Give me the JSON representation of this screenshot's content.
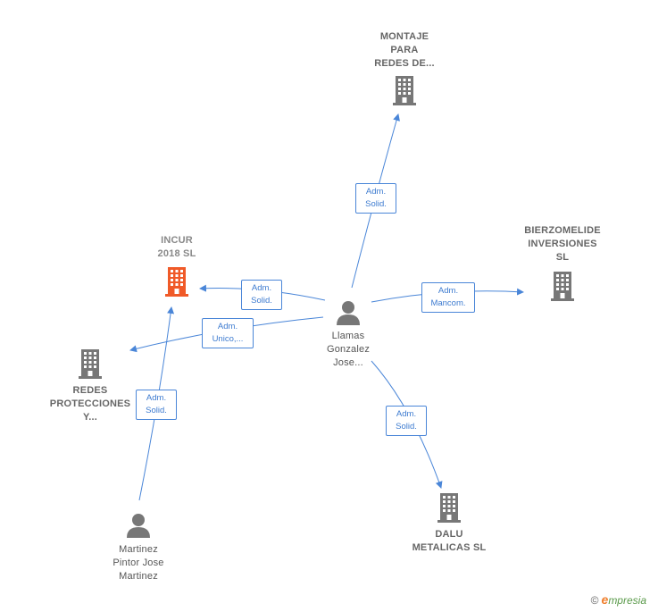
{
  "colors": {
    "edge": "#4a86d8",
    "company": "#777777",
    "main_company": "#f05a28",
    "person": "#777777"
  },
  "nodes": {
    "montaje": {
      "label": "MONTAJE\nPARA\nREDES DE...",
      "icon": "building-icon"
    },
    "bierzomelide": {
      "label": "BIERZOMELIDE\nINVERSIONES\nSL",
      "icon": "building-icon"
    },
    "incur": {
      "label": "INCUR\n2018  SL",
      "icon": "building-icon"
    },
    "redes": {
      "label": "REDES\nPROTECCIONES\nY...",
      "icon": "building-icon"
    },
    "dalu": {
      "label": "DALU\nMETALICAS  SL",
      "icon": "building-icon"
    },
    "llamas": {
      "label": "Llamas\nGonzalez\nJose...",
      "icon": "person-icon"
    },
    "martinez": {
      "label": "Martinez\nPintor Jose\nMartinez",
      "icon": "person-icon"
    }
  },
  "edges": [
    {
      "from": "llamas",
      "to": "montaje",
      "label": "Adm.\nSolid."
    },
    {
      "from": "llamas",
      "to": "bierzomelide",
      "label": "Adm.\nMancom."
    },
    {
      "from": "llamas",
      "to": "incur",
      "label": "Adm.\nSolid."
    },
    {
      "from": "llamas",
      "to": "redes",
      "label": "Adm.\nUnico,..."
    },
    {
      "from": "llamas",
      "to": "dalu",
      "label": "Adm.\nSolid."
    },
    {
      "from": "martinez",
      "to": "incur",
      "label": "Adm.\nSolid."
    }
  ],
  "footer": {
    "copyright": "©",
    "brand_initial": "e",
    "brand_rest": "mpresia"
  }
}
